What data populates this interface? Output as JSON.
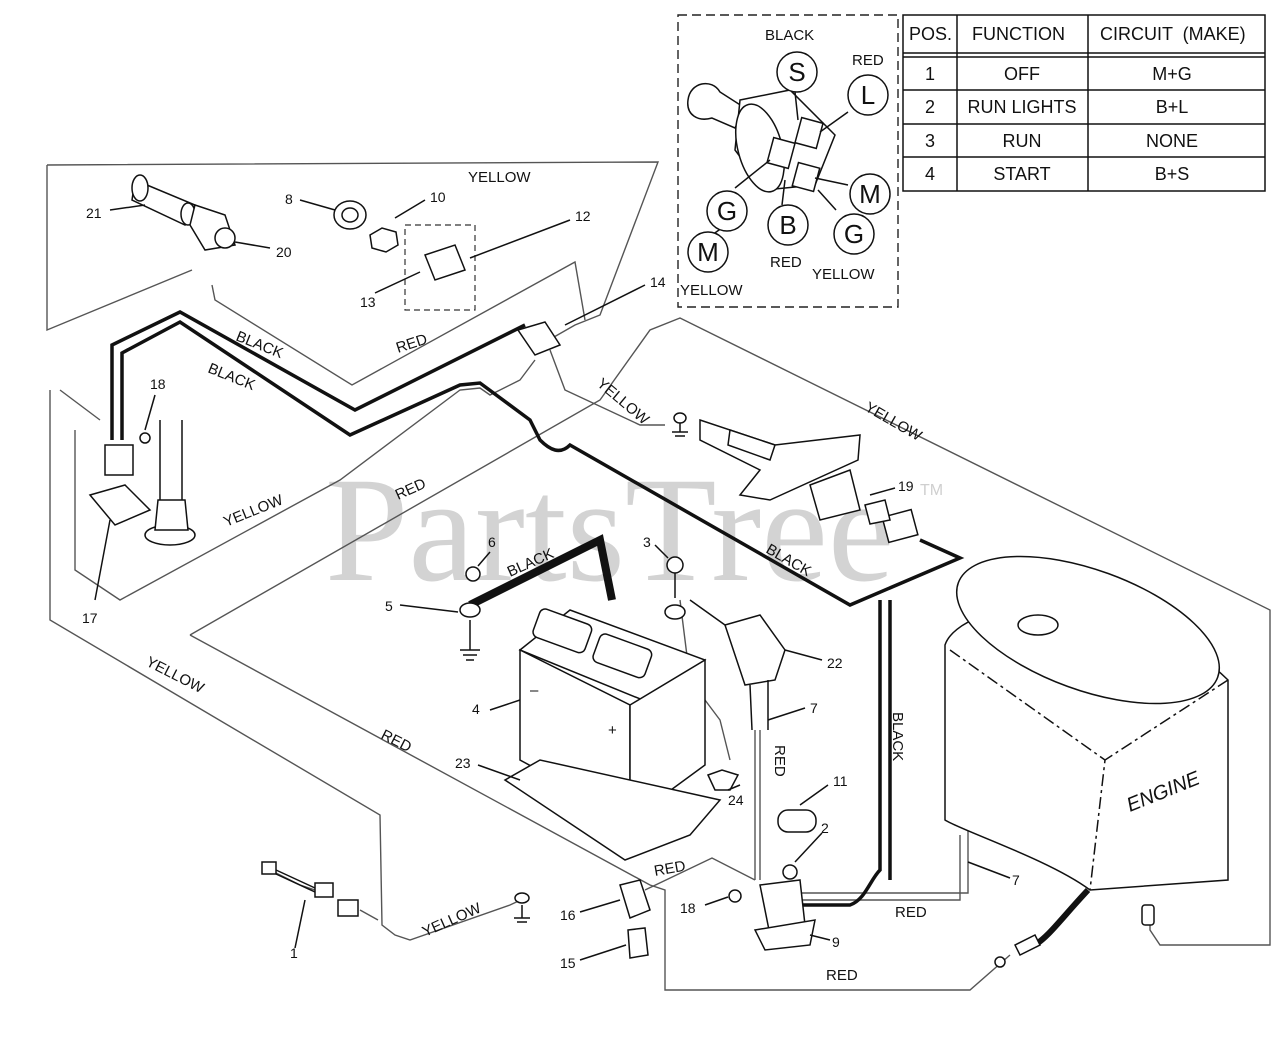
{
  "watermark": {
    "text": "PartsTree",
    "tm": "TM"
  },
  "wire_labels": {
    "yellow_top": "YELLOW",
    "black_1": "BLACK",
    "black_2": "BLACK",
    "red_top": "RED",
    "yellow_left": "YELLOW",
    "red_mid": "RED",
    "yellow_diag": "YELLOW",
    "yellow_right": "YELLOW",
    "black_right": "BLACK",
    "black_battery": "BLACK",
    "yellow_bottom_left": "YELLOW",
    "red_bottom_left": "RED",
    "red_vertical": "RED",
    "black_vertical": "BLACK",
    "red_bottom": "RED",
    "red_bottom_2": "RED",
    "yellow_harness": "YELLOW",
    "red_solenoid": "RED"
  },
  "callouts": [
    "21",
    "8",
    "10",
    "12",
    "20",
    "13",
    "14",
    "18",
    "17",
    "6",
    "3",
    "5",
    "4",
    "22",
    "7",
    "23",
    "24",
    "11",
    "2",
    "18",
    "9",
    "16",
    "15",
    "1",
    "19",
    "7"
  ],
  "engine_label": "ENGINE",
  "switch_inset": {
    "wire_colors": {
      "black": "BLACK",
      "red_top": "RED",
      "red_bottom": "RED",
      "yellow_left": "YELLOW",
      "yellow_right": "YELLOW"
    },
    "terminals": [
      "S",
      "L",
      "M",
      "G",
      "B",
      "G",
      "M"
    ]
  },
  "switch_table": {
    "headers": [
      "POS.",
      "FUNCTION",
      "CIRCUIT  (MAKE)"
    ],
    "rows": [
      [
        "1",
        "OFF",
        "M+G"
      ],
      [
        "2",
        "RUN LIGHTS",
        "B+L"
      ],
      [
        "3",
        "RUN",
        "NONE"
      ],
      [
        "4",
        "START",
        "B+S"
      ]
    ]
  }
}
